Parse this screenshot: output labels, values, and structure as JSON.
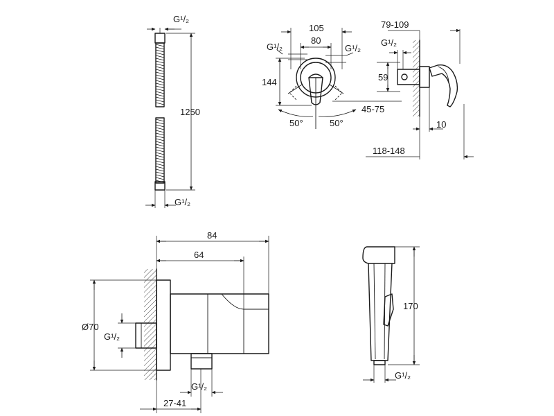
{
  "labels": {
    "hose_thread_top": "G¹/₂",
    "hose_length": "1250",
    "hose_thread_bottom": "G¹/₂",
    "mixer_width_outer": "105",
    "mixer_width_inner": "80",
    "mixer_thread_left": "G¹/₂",
    "mixer_thread_right": "G¹/₂",
    "mixer_height": "144",
    "mixer_angle_left": "50°",
    "mixer_angle_right": "50°",
    "mixer_depth_range": "45-75",
    "side_depth_range": "79-109",
    "side_thread": "G¹/₂",
    "side_height": "59",
    "side_offset": "10",
    "side_total_range": "118-148",
    "elbow_width_outer": "84",
    "elbow_width_inner": "64",
    "elbow_diameter": "Ø70",
    "elbow_thread_wall": "G¹/₂",
    "elbow_thread_outlet": "G¹/₂",
    "elbow_wall_depth": "27-41",
    "handshower_length": "170",
    "handshower_thread": "G¹/₂"
  }
}
